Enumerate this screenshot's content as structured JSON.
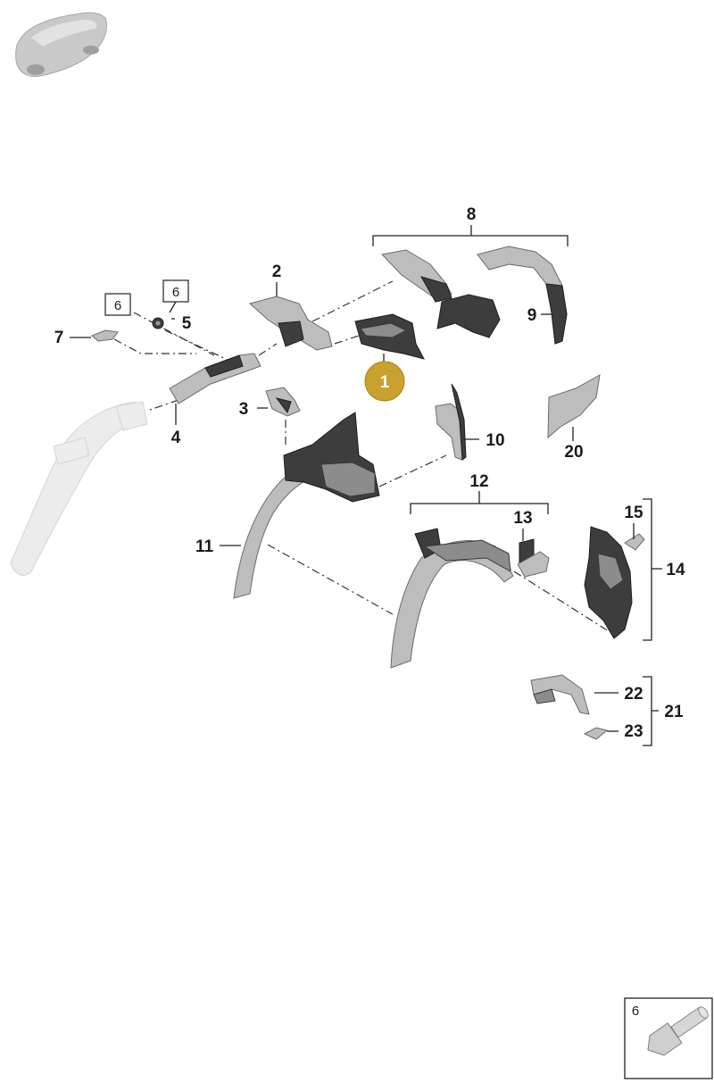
{
  "callouts": {
    "c1": "1",
    "c2": "2",
    "c3": "3",
    "c4": "4",
    "c5": "5",
    "c6a": "6",
    "c6b": "6",
    "c7": "7",
    "c8": "8",
    "c9": "9",
    "c10": "10",
    "c11": "11",
    "c12": "12",
    "c13": "13",
    "c14": "14",
    "c15": "15",
    "c20": "20",
    "c21": "21",
    "c22": "22",
    "c23": "23"
  },
  "highlight": {
    "label": "1",
    "color": "#c9a12d"
  },
  "detail_box": {
    "label": "6",
    "icon": "bolt-icon"
  },
  "thumbnail": {
    "icon": "car-thumbnail-icon"
  },
  "colors": {
    "part_dark": "#3d3d3d",
    "part_light": "#bdbdbd",
    "ghost": "#ececec",
    "accent": "#c9a12d"
  }
}
